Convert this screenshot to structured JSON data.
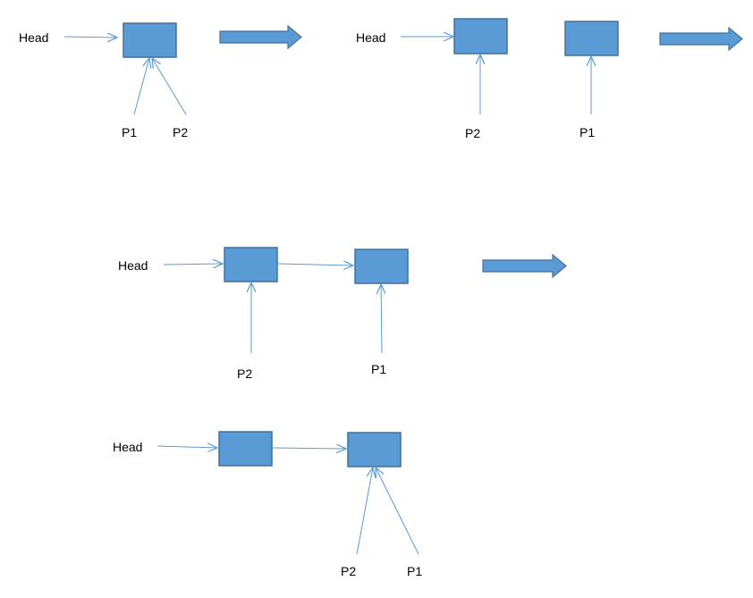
{
  "colors": {
    "node_fill": "#5b9bd5",
    "node_stroke": "#41719c",
    "pointer_line": "#5b9bd5",
    "step_arrow_fill": "#5b9bd5",
    "step_arrow_stroke": "#41719c",
    "text": "#000000"
  },
  "icons": {
    "step_arrow": "block-arrow-right",
    "pointer": "line-arrow"
  },
  "labels": {
    "head": "Head",
    "p1": "P1",
    "p2": "P2"
  },
  "panels": [
    {
      "nodes": 1,
      "pointers": [
        "Head",
        "P1",
        "P2"
      ]
    },
    {
      "nodes": 2,
      "pointers": [
        "Head",
        "P2",
        "P1"
      ]
    },
    {
      "nodes": 2,
      "pointers": [
        "Head",
        "P2",
        "P1"
      ]
    },
    {
      "nodes": 2,
      "pointers": [
        "Head",
        "P2",
        "P1"
      ]
    }
  ]
}
